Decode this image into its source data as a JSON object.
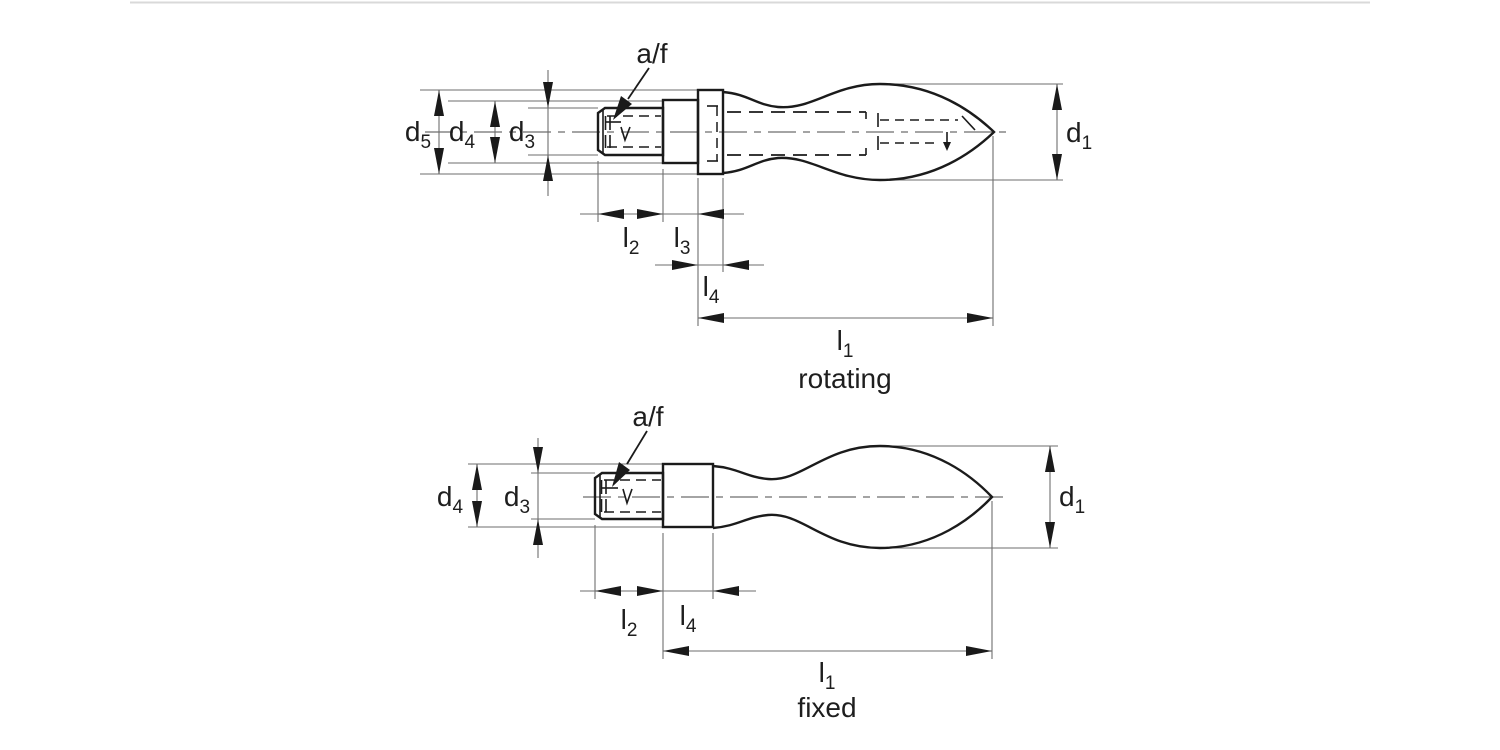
{
  "drawing": {
    "views": {
      "rotating": {
        "caption": "rotating",
        "af": "a/f",
        "d5": {
          "base": "d",
          "sub": "5"
        },
        "d4": {
          "base": "d",
          "sub": "4"
        },
        "d3": {
          "base": "d",
          "sub": "3"
        },
        "d1": {
          "base": "d",
          "sub": "1"
        },
        "l2": {
          "base": "l",
          "sub": "2"
        },
        "l3": {
          "base": "l",
          "sub": "3"
        },
        "l4": {
          "base": "l",
          "sub": "4"
        },
        "l1": {
          "base": "l",
          "sub": "1"
        }
      },
      "fixed": {
        "caption": "fixed",
        "af": "a/f",
        "d4": {
          "base": "d",
          "sub": "4"
        },
        "d3": {
          "base": "d",
          "sub": "3"
        },
        "d1": {
          "base": "d",
          "sub": "1"
        },
        "l2": {
          "base": "l",
          "sub": "2"
        },
        "l4": {
          "base": "l",
          "sub": "4"
        },
        "l1": {
          "base": "l",
          "sub": "1"
        }
      }
    }
  }
}
